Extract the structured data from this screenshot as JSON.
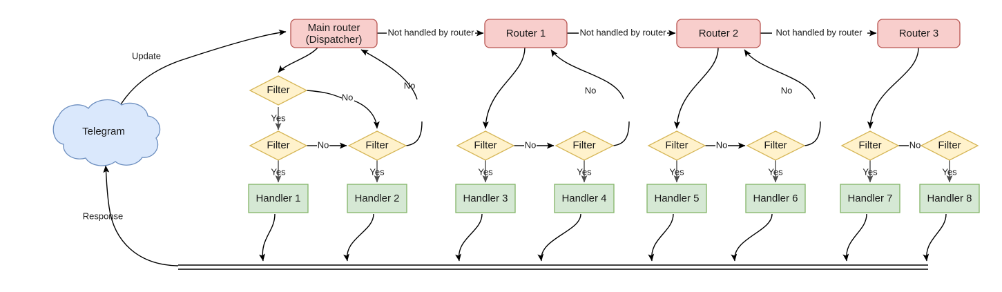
{
  "diagram": {
    "title": "Telegram bot update dispatching flow",
    "colors": {
      "router_fill": "#f8cecc",
      "router_stroke": "#b85450",
      "filter_fill": "#fff2cc",
      "filter_stroke": "#d6b656",
      "handler_fill": "#d5e8d4",
      "handler_stroke": "#82b366",
      "cloud_fill": "#dae8fc",
      "cloud_stroke": "#6c8ebf",
      "edge": "#000000",
      "background": "#ffffff"
    },
    "source": {
      "label": "Telegram",
      "shape": "cloud"
    },
    "routers": [
      {
        "id": "main-router",
        "line1": "Main router",
        "line2": "(Dispatcher)"
      },
      {
        "id": "router-1",
        "line1": "Router 1",
        "line2": ""
      },
      {
        "id": "router-2",
        "line1": "Router 2",
        "line2": ""
      },
      {
        "id": "router-3",
        "line1": "Router 3",
        "line2": ""
      }
    ],
    "filters": [
      {
        "id": "filter-a",
        "label": "Filter"
      },
      {
        "id": "filter-1",
        "label": "Filter"
      },
      {
        "id": "filter-2",
        "label": "Filter"
      },
      {
        "id": "filter-3",
        "label": "Filter"
      },
      {
        "id": "filter-4",
        "label": "Filter"
      },
      {
        "id": "filter-5",
        "label": "Filter"
      },
      {
        "id": "filter-6",
        "label": "Filter"
      },
      {
        "id": "filter-7",
        "label": "Filter"
      },
      {
        "id": "filter-8",
        "label": "Filter"
      }
    ],
    "handlers": [
      {
        "id": "handler-1",
        "label": "Handler 1"
      },
      {
        "id": "handler-2",
        "label": "Handler 2"
      },
      {
        "id": "handler-3",
        "label": "Handler 3"
      },
      {
        "id": "handler-4",
        "label": "Handler 4"
      },
      {
        "id": "handler-5",
        "label": "Handler 5"
      },
      {
        "id": "handler-6",
        "label": "Handler 6"
      },
      {
        "id": "handler-7",
        "label": "Handler 7"
      },
      {
        "id": "handler-8",
        "label": "Handler 8"
      }
    ],
    "edge_labels": {
      "update": "Update",
      "response": "Response",
      "not_handled": "Not handled by router",
      "yes": "Yes",
      "no": "No"
    },
    "not_handled_links": [
      {
        "id": "main-to-r1",
        "label": "Not handled by router"
      },
      {
        "id": "r1-to-r2",
        "label": "Not handled by router"
      },
      {
        "id": "r2-to-r3",
        "label": "Not handled by router"
      }
    ],
    "yes_labels": [
      "Yes",
      "Yes",
      "Yes",
      "Yes",
      "Yes",
      "Yes",
      "Yes",
      "Yes",
      "Yes"
    ],
    "no_labels": [
      "No",
      "No",
      "No",
      "No",
      "No",
      "No",
      "No",
      "No"
    ]
  }
}
